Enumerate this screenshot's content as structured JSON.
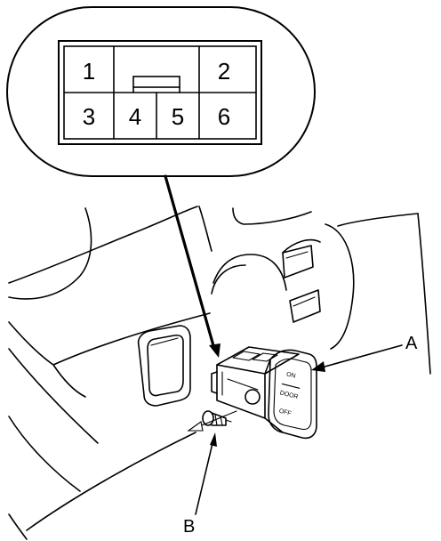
{
  "connector": {
    "pins": [
      {
        "label": "1"
      },
      {
        "label": "2"
      },
      {
        "label": "3"
      },
      {
        "label": "4"
      },
      {
        "label": "5"
      },
      {
        "label": "6"
      }
    ]
  },
  "callouts": {
    "a": "A",
    "b": "B"
  },
  "switch_face": {
    "on": "ON",
    "door": "DOOR",
    "off": "OFF"
  },
  "colors": {
    "line": "#000000",
    "background": "#ffffff"
  }
}
